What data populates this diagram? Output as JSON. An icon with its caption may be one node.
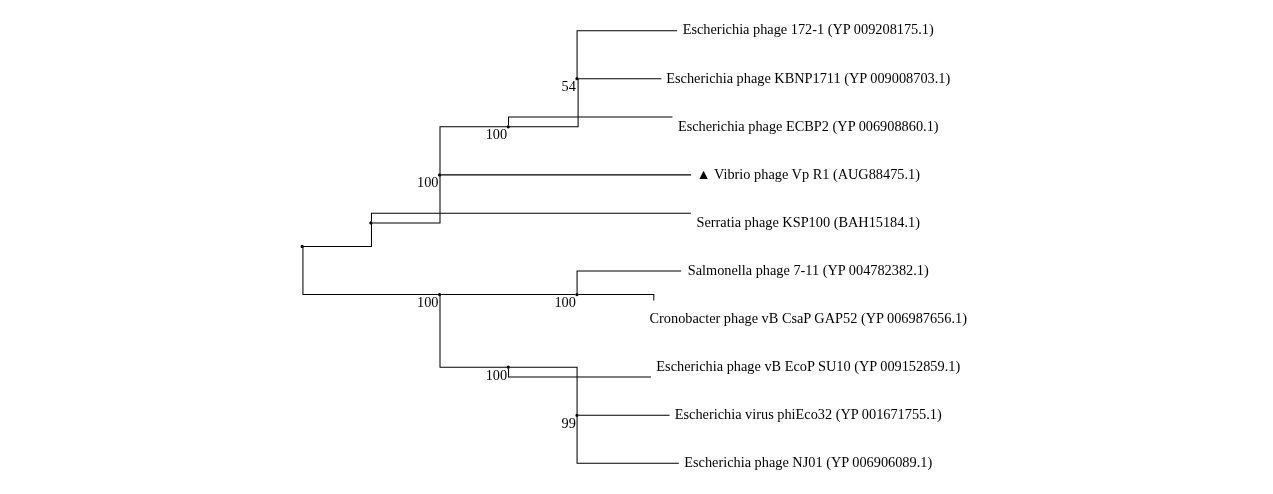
{
  "diagram": {
    "nodes": [
      {
        "text": [],
        "shape": "point"
      },
      {
        "text": [],
        "shape": "point"
      },
      {
        "text": [],
        "shape": "point",
        "beside": [
          "100"
        ]
      },
      {
        "text": [],
        "shape": "point",
        "beside": [
          "100"
        ]
      },
      {
        "text": [],
        "shape": "point",
        "beside": [
          "54"
        ]
      },
      {
        "text": [
          "Escherichia phage 172-1 (YP 009208175.1)"
        ]
      },
      {
        "text": [
          "Escherichia phage KBNP1711 (YP 009008703.1)"
        ]
      },
      {
        "text": [
          "Escherichia phage ECBP2 (YP 006908860.1)"
        ]
      },
      {
        "text": [
          "▲ Vibrio phage Vp R1 (AUG88475.1)"
        ]
      },
      {
        "text": [
          "Serratia phage KSP100 (BAH15184.1)"
        ]
      },
      {
        "text": [],
        "shape": "point",
        "beside": [
          "100"
        ]
      },
      {
        "text": [],
        "shape": "point",
        "beside": [
          "100"
        ]
      },
      {
        "text": [
          "Salmonella phage 7-11 (YP 004782382.1)"
        ]
      },
      {
        "text": [
          "Cronobacter phage vB CsaP GAP52 (YP 006987656.1)"
        ]
      },
      {
        "text": [],
        "shape": "point",
        "beside": [
          "100"
        ]
      },
      {
        "text": [
          "Escherichia phage vB EcoP SU10 (YP 009152859.1)"
        ]
      },
      {
        "text": [],
        "shape": "point",
        "beside": [
          "99"
        ]
      },
      {
        "text": [
          "Escherichia virus phiEco32 (YP 001671755.1)"
        ]
      },
      {
        "text": [
          "Escherichia phage NJ01 (YP 006906089.1)"
        ]
      }
    ],
    "edges": [
      {
        "from": 0,
        "to": 1,
        "arrow": "none"
      },
      {
        "from": 0,
        "to": 10,
        "arrow": "none"
      },
      {
        "from": 1,
        "to": 2,
        "arrow": "none"
      },
      {
        "from": 1,
        "to": 9,
        "arrow": "none"
      },
      {
        "from": 2,
        "to": 3,
        "arrow": "none"
      },
      {
        "from": 2,
        "to": 8,
        "arrow": "none"
      },
      {
        "from": 3,
        "to": 4,
        "arrow": "none"
      },
      {
        "from": 3,
        "to": 7,
        "arrow": "none"
      },
      {
        "from": 4,
        "to": 5,
        "arrow": "none"
      },
      {
        "from": 4,
        "to": 6,
        "arrow": "none"
      },
      {
        "from": 10,
        "to": 11,
        "arrow": "none"
      },
      {
        "from": 10,
        "to": 14,
        "arrow": "none"
      },
      {
        "from": 11,
        "to": 12,
        "arrow": "none"
      },
      {
        "from": 11,
        "to": 13,
        "arrow": "none"
      },
      {
        "from": 14,
        "to": 15,
        "arrow": "none"
      },
      {
        "from": 14,
        "to": 16,
        "arrow": "none"
      },
      {
        "from": 16,
        "to": 17,
        "arrow": "none"
      },
      {
        "from": 16,
        "to": 18,
        "arrow": "none"
      }
    ]
  }
}
